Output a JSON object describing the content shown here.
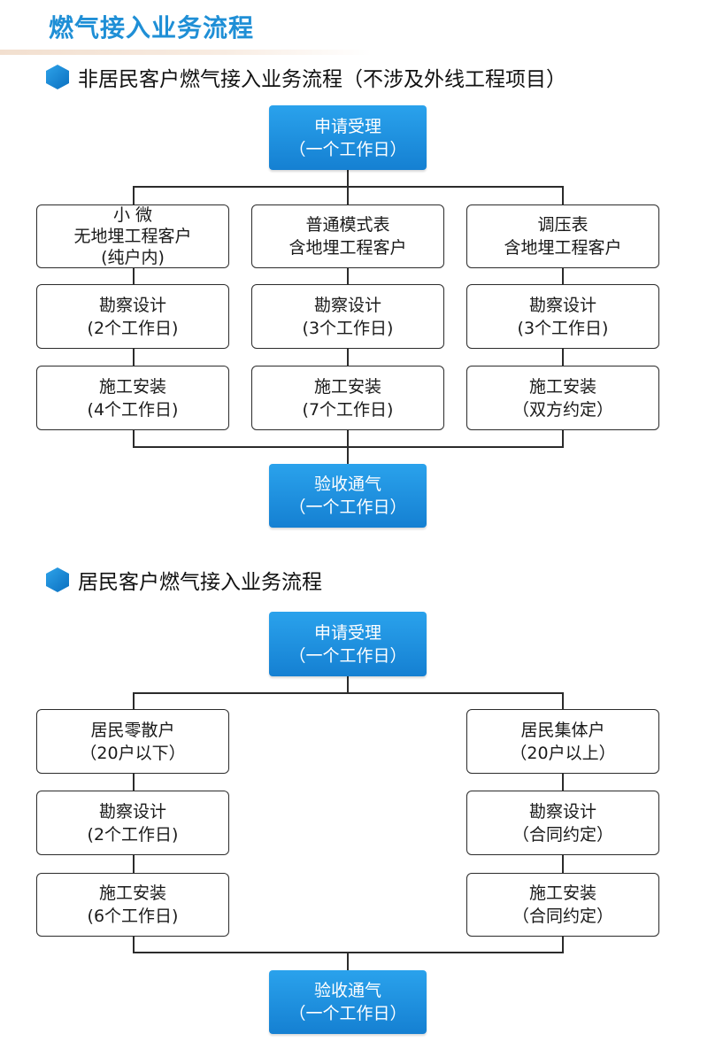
{
  "page_title": "燃气接入业务流程",
  "non_residential": {
    "heading": "非居民客户燃气接入业务流程（不涉及外线工程项目）",
    "start": {
      "line1": "申请受理",
      "line2": "（一个工作日）"
    },
    "columns": [
      {
        "type_lines": [
          "小 微",
          "无地埋工程客户",
          "(纯户内)"
        ],
        "survey": {
          "line1": "勘察设计",
          "line2": "(2个工作日)"
        },
        "install": {
          "line1": "施工安装",
          "line2": "(4个工作日)"
        }
      },
      {
        "type_lines": [
          "普通模式表",
          "含地埋工程客户"
        ],
        "survey": {
          "line1": "勘察设计",
          "line2": "(3个工作日)"
        },
        "install": {
          "line1": "施工安装",
          "line2": "(7个工作日)"
        }
      },
      {
        "type_lines": [
          "调压表",
          "含地埋工程客户"
        ],
        "survey": {
          "line1": "勘察设计",
          "line2": "(3个工作日)"
        },
        "install": {
          "line1": "施工安装",
          "line2": "（双方约定）"
        }
      }
    ],
    "end": {
      "line1": "验收通气",
      "line2": "（一个工作日）"
    }
  },
  "residential": {
    "heading": "居民客户燃气接入业务流程",
    "start": {
      "line1": "申请受理",
      "line2": "（一个工作日）"
    },
    "columns": [
      {
        "type": {
          "line1": "居民零散户",
          "line2": "（20户以下）"
        },
        "survey": {
          "line1": "勘察设计",
          "line2": "(2个工作日)"
        },
        "install": {
          "line1": "施工安装",
          "line2": "(6个工作日)"
        }
      },
      {
        "type": {
          "line1": "居民集体户",
          "line2": "（20户以上）"
        },
        "survey": {
          "line1": "勘察设计",
          "line2": "（合同约定）"
        },
        "install": {
          "line1": "施工安装",
          "line2": "（合同约定）"
        }
      }
    ],
    "end": {
      "line1": "验收通气",
      "line2": "（一个工作日）"
    }
  },
  "colors": {
    "title_blue": "#1f8fd6",
    "box_blue_top": "#2aa2ec",
    "box_blue_bottom": "#1580d2",
    "line": "#2b2b2b"
  },
  "icons": {
    "section_bullet": "hexagon-icon"
  }
}
